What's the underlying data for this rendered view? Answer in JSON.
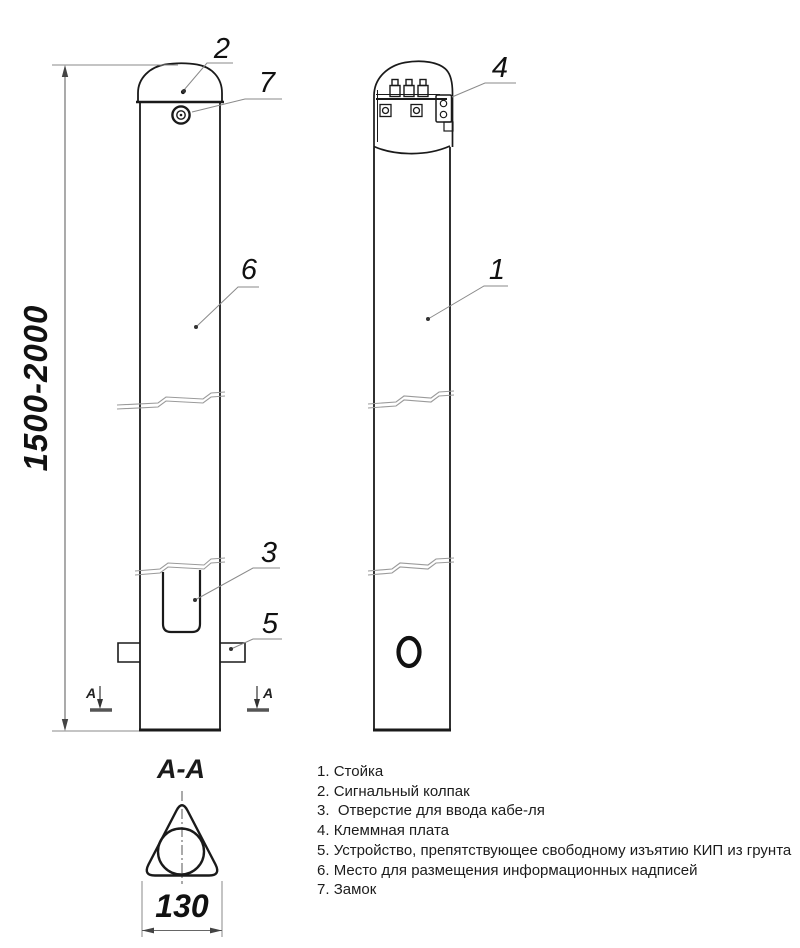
{
  "dimensions": {
    "height_range": "1500-2000",
    "width": "130"
  },
  "section": {
    "title": "A-A",
    "marker": "A"
  },
  "callouts": {
    "n1": "1",
    "n2": "2",
    "n3": "3",
    "n4": "4",
    "n5": "5",
    "n6": "6",
    "n7": "7"
  },
  "legend": {
    "items": [
      {
        "num": "1.",
        "label": "Стойка"
      },
      {
        "num": "2.",
        "label": "Сигнальный колпак"
      },
      {
        "num": "3.",
        "label": " Отверстие для ввода кабе-ля"
      },
      {
        "num": "4.",
        "label": "Клеммная плата"
      },
      {
        "num": "5.",
        "label": "Устройство, препятствующее свободному изъятию КИП из грунта"
      },
      {
        "num": "6.",
        "label": "Место для размещения информационных надписей"
      },
      {
        "num": "7.",
        "label": "Замок"
      }
    ]
  },
  "colors": {
    "main_line": "#1a1a1a",
    "thin_line": "#8a8a8a",
    "break_line": "#9a9a9a",
    "background": "#ffffff"
  }
}
